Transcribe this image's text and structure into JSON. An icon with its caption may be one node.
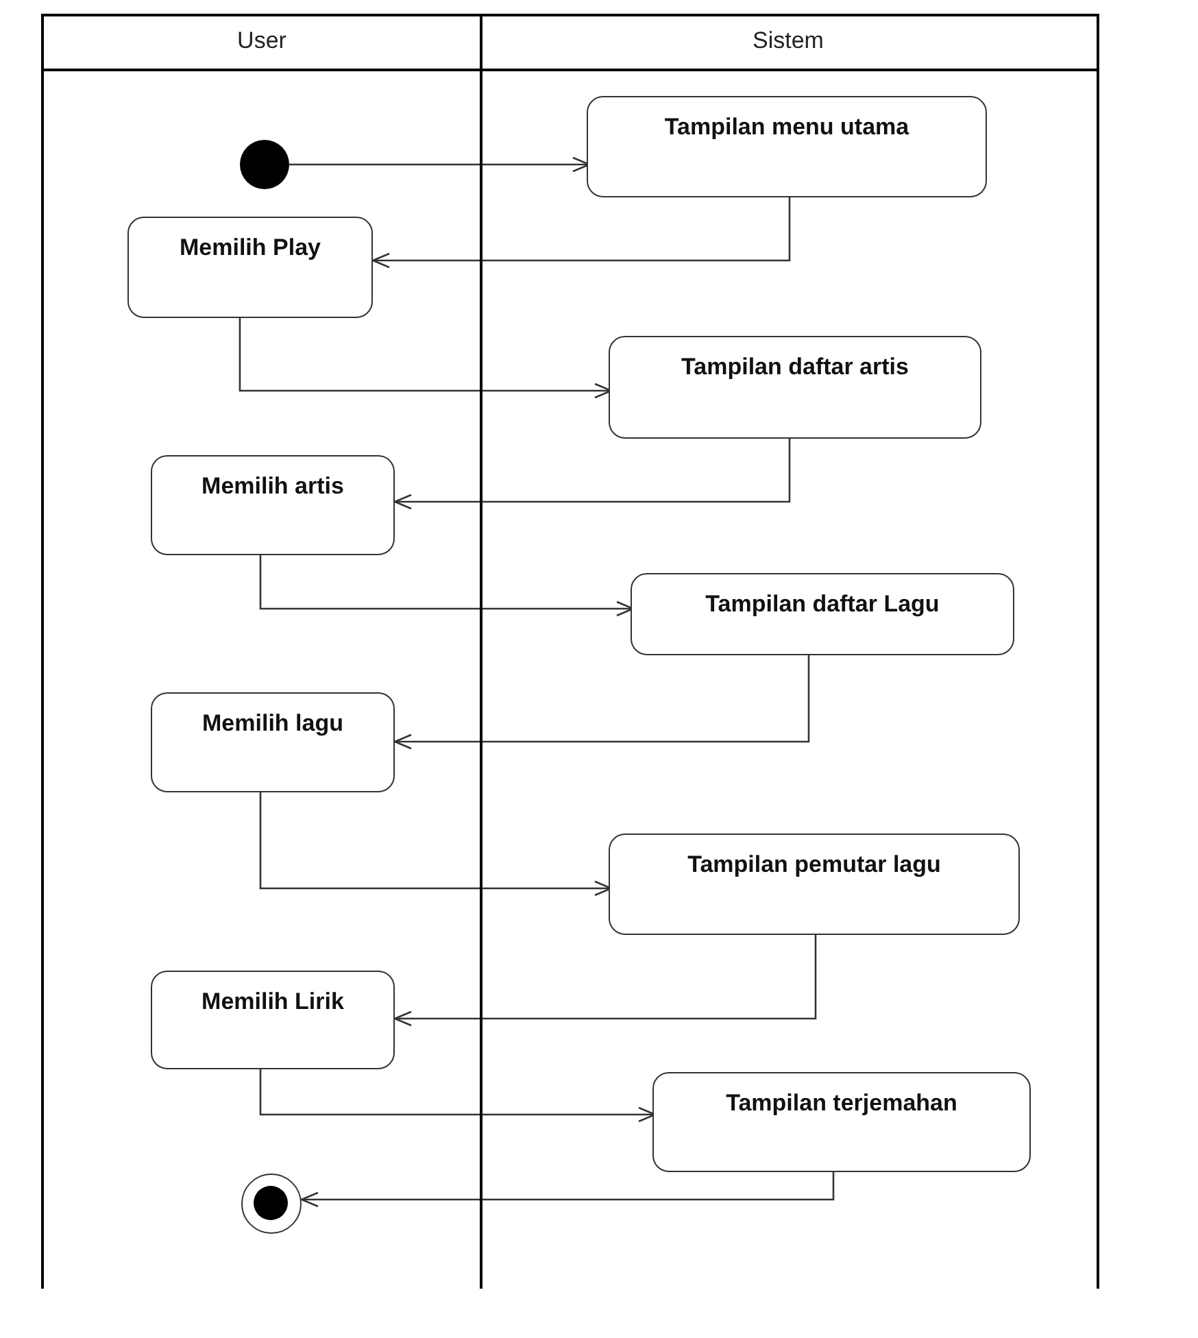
{
  "diagram": {
    "nodes": [
      {
        "text": [
          "User"
        ]
      },
      {
        "text": [
          "Sistem"
        ]
      },
      {
        "text": [],
        "shape": "circle",
        "in": 0
      },
      {
        "text": [
          "Tampilan menu utama"
        ],
        "in": 1
      },
      {
        "text": [
          "Memilih Play"
        ],
        "in": 0
      },
      {
        "text": [
          "Tampilan daftar artis"
        ],
        "in": 1
      },
      {
        "text": [
          "Memilih artis"
        ],
        "in": 0
      },
      {
        "text": [
          "Tampilan daftar Lagu"
        ],
        "in": 1
      },
      {
        "text": [
          "Memilih lagu"
        ],
        "in": 0
      },
      {
        "text": [
          "Tampilan pemutar lagu"
        ],
        "in": 1
      },
      {
        "text": [
          "Memilih Lirik"
        ],
        "in": 0
      },
      {
        "text": [
          "Tampilan terjemahan"
        ],
        "in": 1
      },
      {
        "text": [],
        "shape": "bullseye",
        "in": 0
      }
    ],
    "edges": [
      {
        "from": 2,
        "to": 3,
        "arrow": "to"
      },
      {
        "from": 3,
        "to": 4,
        "arrow": "to"
      },
      {
        "from": 4,
        "to": 5,
        "arrow": "to"
      },
      {
        "from": 5,
        "to": 6,
        "arrow": "to"
      },
      {
        "from": 6,
        "to": 7,
        "arrow": "to"
      },
      {
        "from": 7,
        "to": 8,
        "arrow": "to"
      },
      {
        "from": 8,
        "to": 9,
        "arrow": "to"
      },
      {
        "from": 9,
        "to": 10,
        "arrow": "to"
      },
      {
        "from": 10,
        "to": 11,
        "arrow": "to"
      },
      {
        "from": 11,
        "to": 12,
        "arrow": "to"
      }
    ]
  }
}
